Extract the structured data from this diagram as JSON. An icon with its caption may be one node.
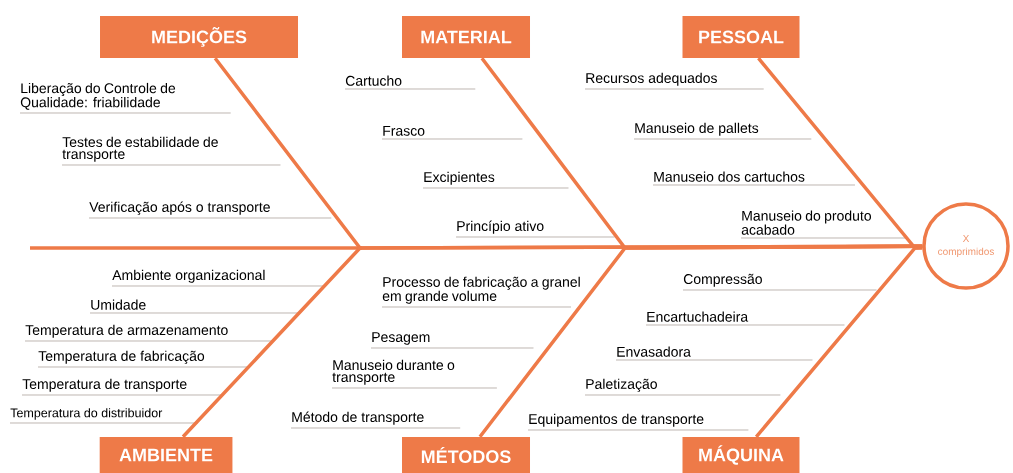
{
  "diagram": {
    "nodes": [
      {
        "text": [
          "MEDIÇÕES"
        ]
      },
      {
        "text": [
          "MATERIAL"
        ]
      },
      {
        "text": [
          "PESSOAL"
        ]
      },
      {
        "text": [
          "AMBIENTE"
        ]
      },
      {
        "text": [
          "MÉTODOS"
        ]
      },
      {
        "text": [
          "MÁQUINA"
        ]
      },
      {
        "text": [
          "X comprimidos"
        ]
      }
    ],
    "edges": [
      {
        "from": 0,
        "to": 6,
        "arrow": "none"
      },
      {
        "from": 1,
        "to": 6,
        "arrow": "none"
      },
      {
        "from": 2,
        "to": 6,
        "arrow": "none"
      },
      {
        "from": 3,
        "to": 6,
        "arrow": "none"
      },
      {
        "from": 4,
        "to": 6,
        "arrow": "none"
      },
      {
        "from": 5,
        "to": 6,
        "arrow": "none"
      }
    ],
    "labels": [
      "Liberação do Controle de Qualidade: friabilidade",
      "Testes de estabilidade de transporte",
      "Verificação após o transporte",
      "Cartucho",
      "Frasco",
      "Excipientes",
      "Princípio ativo",
      "Recursos adequados",
      "Manuseio de pallets",
      "Manuseio dos cartuchos",
      "Manuseio do produto acabado",
      "Ambiente organizacional",
      "Umidade",
      "Temperatura de armazenamento",
      "Temperatura de fabricação",
      "Temperatura de transporte",
      "Temperatura do distribuidor",
      "Processo de fabricação a granel em grande volume",
      "Pesagem",
      "Manuseio durante o transporte",
      "Método de transporte",
      "Compressão",
      "Encartuchadeira",
      "Envasadora",
      "Paletização",
      "Equipamentos de transporte"
    ]
  }
}
